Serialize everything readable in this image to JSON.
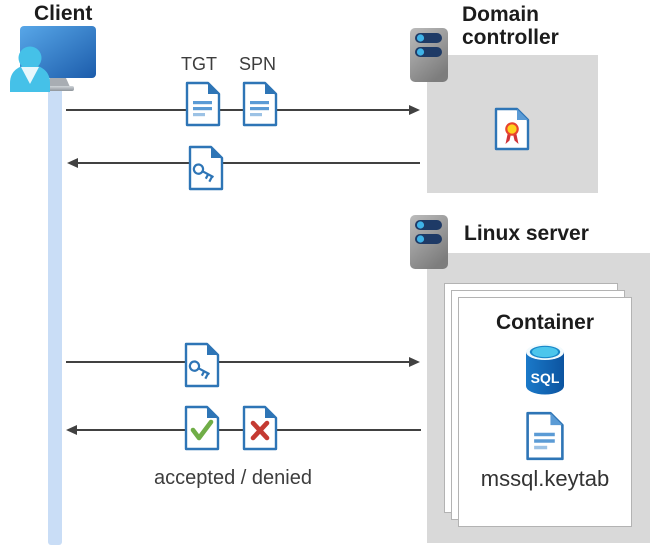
{
  "client": {
    "label": "Client"
  },
  "flow_top": {
    "tgt_label": "TGT",
    "spn_label": "SPN"
  },
  "domain_controller": {
    "label": "Domain controller"
  },
  "linux_server": {
    "label": "Linux server",
    "container": {
      "label": "Container",
      "sql_label": "SQL",
      "keytab_label": "mssql.keytab"
    }
  },
  "flow_bottom": {
    "result_label": "accepted / denied"
  },
  "icons": {
    "client": "monitor-user-icon",
    "domain_controller": "server-icon",
    "linux_server": "server-icon",
    "tgt": "document-icon",
    "spn": "document-icon",
    "service_ticket": "key-document-icon",
    "certificate": "certificate-document-icon",
    "database": "sql-database-icon",
    "keytab": "document-icon",
    "accepted": "check-document-icon",
    "denied": "x-document-icon"
  },
  "colors": {
    "box_gray": "#d9d9d9",
    "document_blue": "#2e75b6",
    "document_line_blue": "#5b9bd5",
    "accepted_green": "#70ad47",
    "denied_red": "#c43a32",
    "client_bar_blue": "#c9ddf6",
    "arrow_gray": "#414141",
    "sql_cylinder_blue": "#0f63b0",
    "sql_top_cyan": "#4cc6ec",
    "server_pill_navy": "#1e3a66",
    "server_dot_blue": "#3fb3e8",
    "ribbon_red": "#d13438",
    "ribbon_yellow": "#ffd21e"
  }
}
